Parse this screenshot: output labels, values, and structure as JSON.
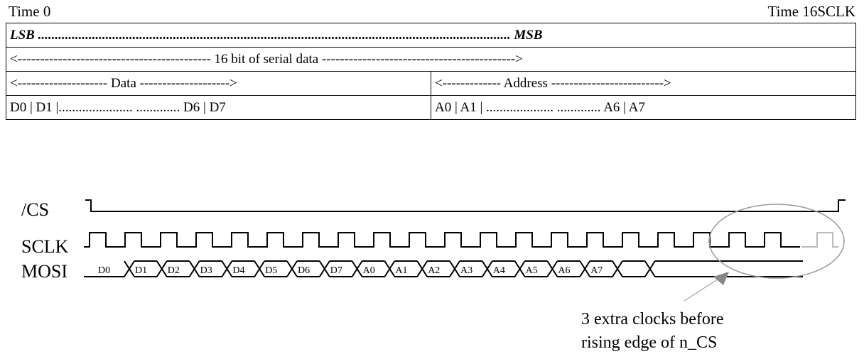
{
  "header": {
    "time_start": "Time 0",
    "time_end": "Time 16SCLK"
  },
  "frame_table": {
    "row1": "LSB ............................................................................................................................................ MSB",
    "row2": "<------------------------------------------- 16 bit of serial data ------------------------------------------->",
    "row3_left": "<-------------------- Data     -------------------->",
    "row3_right": "<------------- Address ------------------------->",
    "row4_left": "D0 | D1 |......................      ............. D6 | D7",
    "row4_right": "A0 | A1 | ....................      ............. A6 | A7"
  },
  "timing": {
    "signals": [
      "/CS",
      "SCLK",
      "MOSI"
    ],
    "mosi_bits": [
      "D0",
      "D1",
      "D2",
      "D3",
      "D4",
      "D5",
      "D6",
      "D7",
      "A0",
      "A1",
      "A2",
      "A3",
      "A4",
      "A5",
      "A6",
      "A7"
    ],
    "sclk_pulses": 20,
    "annotation": [
      "3 extra clocks before",
      "rising edge of n_CS"
    ]
  }
}
